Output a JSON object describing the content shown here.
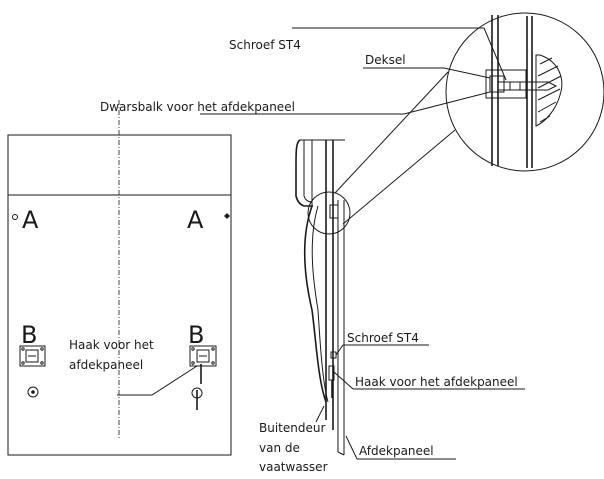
{
  "front_view": {
    "mark_a_left": "A",
    "mark_a_right": "A",
    "mark_b_left": "B",
    "mark_b_right": "B",
    "hook_label_line1": "Haak voor het",
    "hook_label_line2": "afdekpaneel"
  },
  "detail": {
    "screw_label": "Schroef ST4",
    "cover_label": "Deksel",
    "crossbar_label": "Dwarsbalk voor het afdekpaneel"
  },
  "side_view": {
    "screw_label": "Schroef ST4",
    "hook_label": "Haak voor het afdekpaneel",
    "door_label_line1": "Buitendeur",
    "door_label_line2": "van de",
    "door_label_line3": "vaatwasser",
    "panel_label": "Afdekpaneel"
  }
}
